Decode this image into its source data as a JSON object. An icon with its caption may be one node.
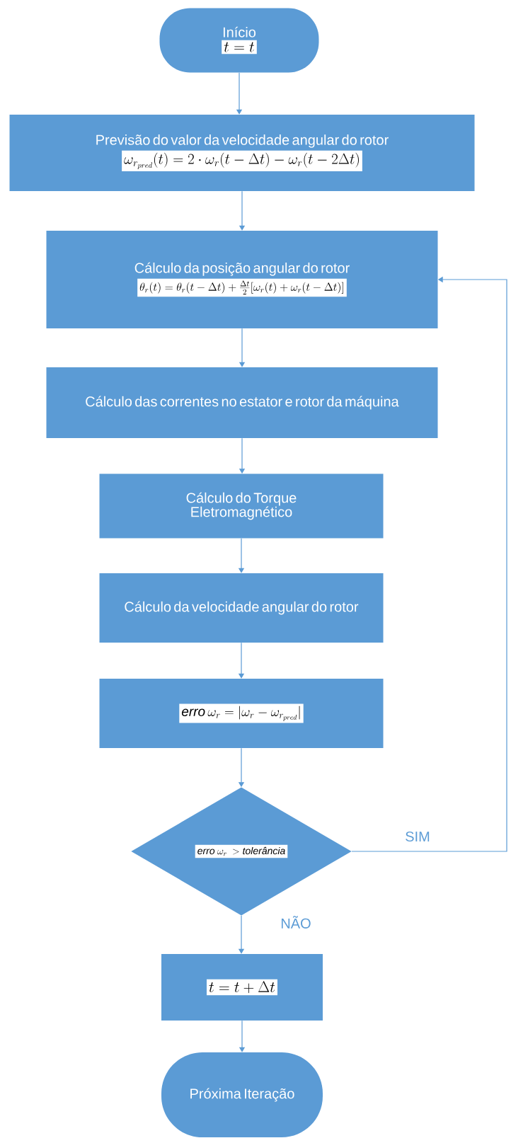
{
  "diagram": {
    "nodes": [
      {
        "text": [
          "Início",
          "t = t"
        ]
      },
      {
        "text": [
          "Previsão do valor da velocidade angular do rotor",
          "\\omega_{r_{pred}}(t) = 2\\cdot\\omega_r(t-\\Delta t) - \\omega_r(t-2\\Delta t)"
        ]
      },
      {
        "text": [
          "Cálculo da posição angular do rotor",
          "\\theta_r(t) = \\theta_r(t-\\Delta t) + \\frac{\\Delta t}{2}[\\omega_r(t) + \\omega_r(t-\\Delta t)]"
        ]
      },
      {
        "text": [
          "Cálculo das correntes no estator e rotor da máquina"
        ]
      },
      {
        "text": [
          "Cálculo do Torque Eletromagnético"
        ]
      },
      {
        "text": [
          "Cálculo da velocidade angular do rotor"
        ]
      },
      {
        "text": [
          "\\mathit{erro}\\ \\omega_r = |\\omega_r - \\omega_{r_{pred}}|"
        ]
      },
      {
        "text": [
          "\\mathit{erro}\\ \\omega_r\\ > \\textit{tolerância}"
        ]
      },
      {
        "text": [
          "t = t + \\Delta t"
        ]
      },
      {
        "text": [
          "Próxima Iteração"
        ]
      }
    ],
    "edges": [
      {
        "from": 0,
        "to": 1,
        "arrow": "to"
      },
      {
        "from": 1,
        "to": 2,
        "arrow": "to"
      },
      {
        "from": 2,
        "to": 3,
        "arrow": "to"
      },
      {
        "from": 3,
        "to": 4,
        "arrow": "to"
      },
      {
        "from": 4,
        "to": 5,
        "arrow": "to"
      },
      {
        "from": 5,
        "to": 6,
        "arrow": "to"
      },
      {
        "from": 6,
        "to": 7,
        "arrow": "to"
      },
      {
        "from": 7,
        "to": 2,
        "arrow": "to",
        "label": "SIM"
      },
      {
        "from": 7,
        "to": 8,
        "arrow": "to",
        "label": "NÃO"
      },
      {
        "from": 8,
        "to": 9,
        "arrow": "to"
      }
    ]
  }
}
